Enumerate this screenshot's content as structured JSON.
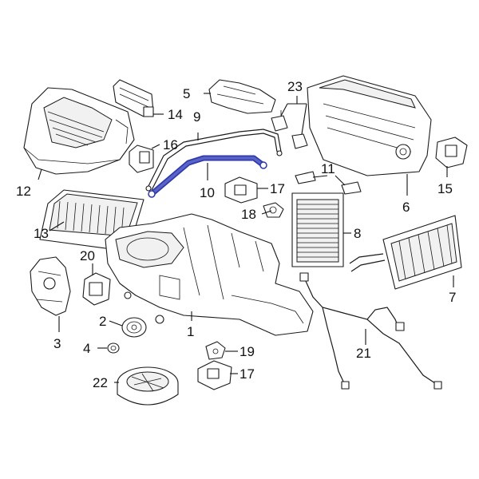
{
  "colors": {
    "line": "#1a1a1a",
    "highlight": "#2f3aa8",
    "highlight_fill": "#5a63c9",
    "background": "#ffffff"
  },
  "callouts": {
    "c1": "1",
    "c2": "2",
    "c3": "3",
    "c4": "4",
    "c5": "5",
    "c6": "6",
    "c7": "7",
    "c8": "8",
    "c9": "9",
    "c10": "10",
    "c11": "11",
    "c12": "12",
    "c13": "13",
    "c14": "14",
    "c15": "15",
    "c16": "16",
    "c17a": "17",
    "c17b": "17",
    "c18": "18",
    "c19": "19",
    "c20": "20",
    "c21": "21",
    "c22": "22",
    "c23": "23"
  },
  "highlighted_part": "10"
}
